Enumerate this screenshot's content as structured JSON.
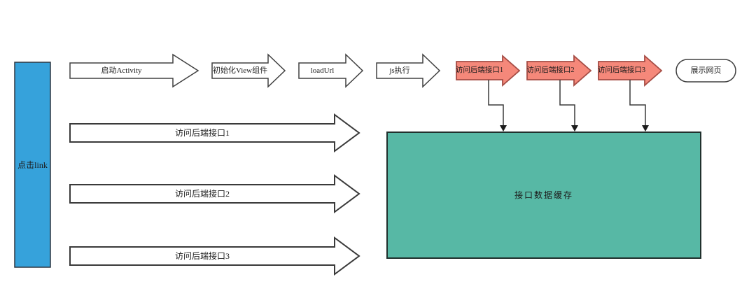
{
  "diagram": {
    "background": "#ffffff",
    "nodes": {
      "click_link": {
        "label": "点击link",
        "fill": "#36A2DB"
      },
      "cache_box": {
        "label": "接口数据缓存",
        "fill": "#57B8A5"
      },
      "show_page": {
        "label": "展示网页",
        "fill": "#ffffff"
      }
    },
    "top_flow": {
      "white_arrows": [
        {
          "label": "启动Activity"
        },
        {
          "label": "初始化View组件"
        },
        {
          "label": "loadUrl"
        },
        {
          "label": "js执行"
        }
      ],
      "red_arrows": [
        {
          "label": "访问后端接口1"
        },
        {
          "label": "访问后端接口2"
        },
        {
          "label": "访问后端接口3"
        }
      ]
    },
    "bottom_arrows": [
      {
        "label": "访问后端接口1"
      },
      {
        "label": "访问后端接口2"
      },
      {
        "label": "访问后端接口3"
      }
    ],
    "colors": {
      "blue_fill": "#36A2DB",
      "teal_fill": "#57B8A5",
      "salmon_fill": "#F5887A",
      "salmon_border": "#A64D45",
      "outline": "#404040",
      "text": "#1c1c1c"
    }
  }
}
